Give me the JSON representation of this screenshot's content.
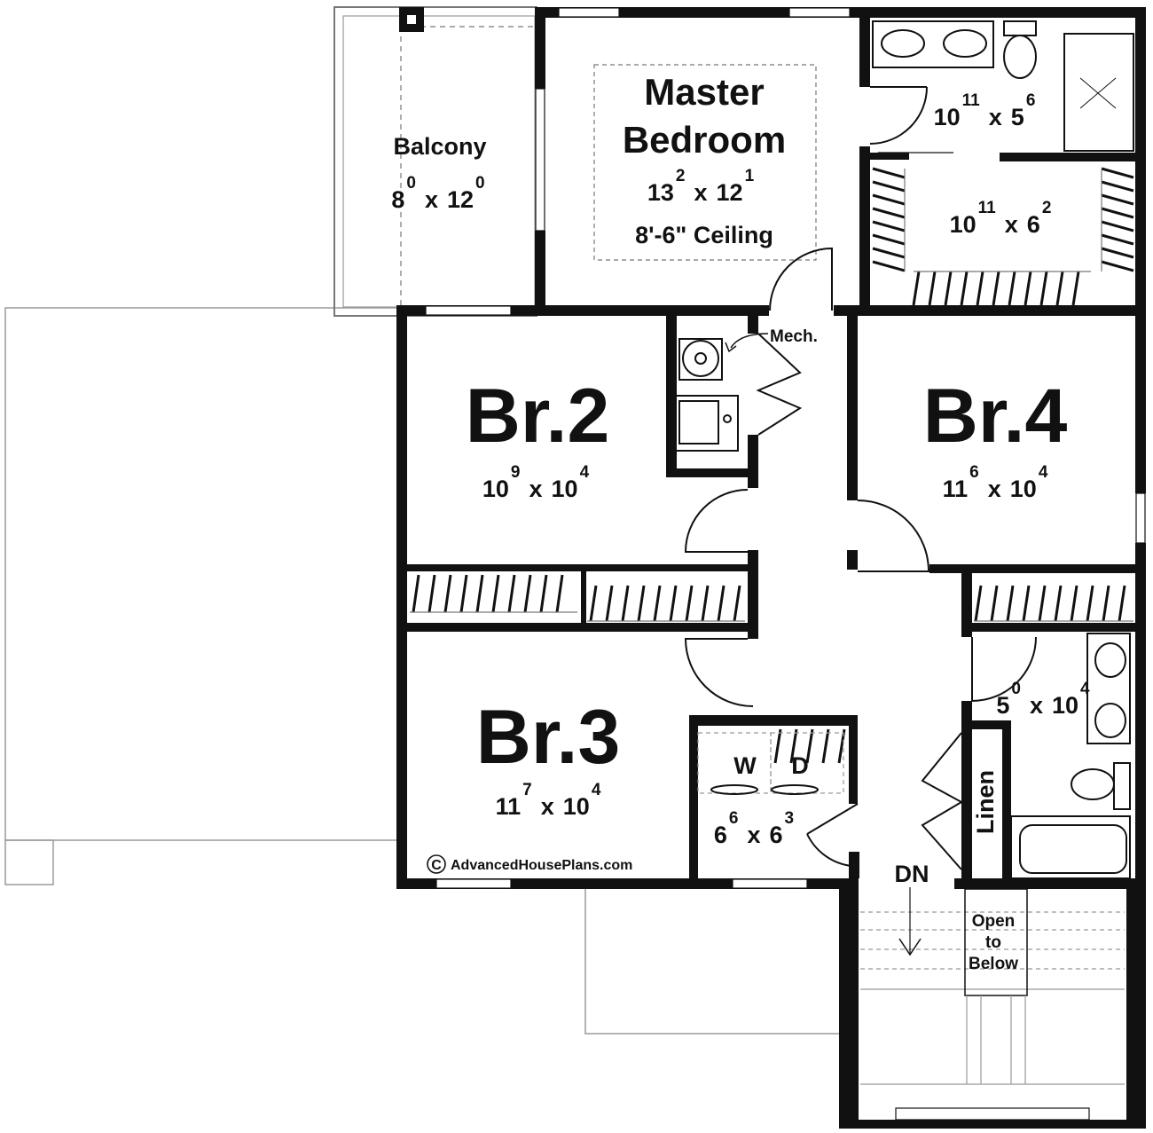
{
  "plan": {
    "rooms": [
      {
        "id": "balcony",
        "name": "Balcony",
        "dim": {
          "a": "8",
          "a_in": "0",
          "b": "12",
          "b_in": "0"
        }
      },
      {
        "id": "master",
        "name_line1": "Master",
        "name_line2": "Bedroom",
        "dim": {
          "a": "13",
          "a_in": "2",
          "b": "12",
          "b_in": "1"
        },
        "note": "8'-6\" Ceiling"
      },
      {
        "id": "master-bath",
        "dim": {
          "a": "10",
          "a_in": "11",
          "b": "5",
          "b_in": "6"
        }
      },
      {
        "id": "master-closet",
        "dim": {
          "a": "10",
          "a_in": "11",
          "b": "6",
          "b_in": "2"
        }
      },
      {
        "id": "mech",
        "name": "Mech."
      },
      {
        "id": "br2",
        "name": "Br.2",
        "dim": {
          "a": "10",
          "a_in": "9",
          "b": "10",
          "b_in": "4"
        }
      },
      {
        "id": "br4",
        "name": "Br.4",
        "dim": {
          "a": "11",
          "a_in": "6",
          "b": "10",
          "b_in": "4"
        }
      },
      {
        "id": "br3",
        "name": "Br.3",
        "dim": {
          "a": "11",
          "a_in": "7",
          "b": "10",
          "b_in": "4"
        }
      },
      {
        "id": "hall-bath",
        "dim": {
          "a": "5",
          "a_in": "0",
          "b": "10",
          "b_in": "4"
        }
      },
      {
        "id": "laundry",
        "dim": {
          "a": "6",
          "a_in": "6",
          "b": "6",
          "b_in": "3"
        },
        "washer": "W",
        "dryer": "D"
      },
      {
        "id": "linen",
        "name": "Linen"
      },
      {
        "id": "stair",
        "down": "DN",
        "open1": "Open",
        "open2": "to",
        "open3": "Below"
      }
    ],
    "dim_separator": "x",
    "credit_symbol": "C",
    "credit": "AdvancedHousePlans.com"
  }
}
